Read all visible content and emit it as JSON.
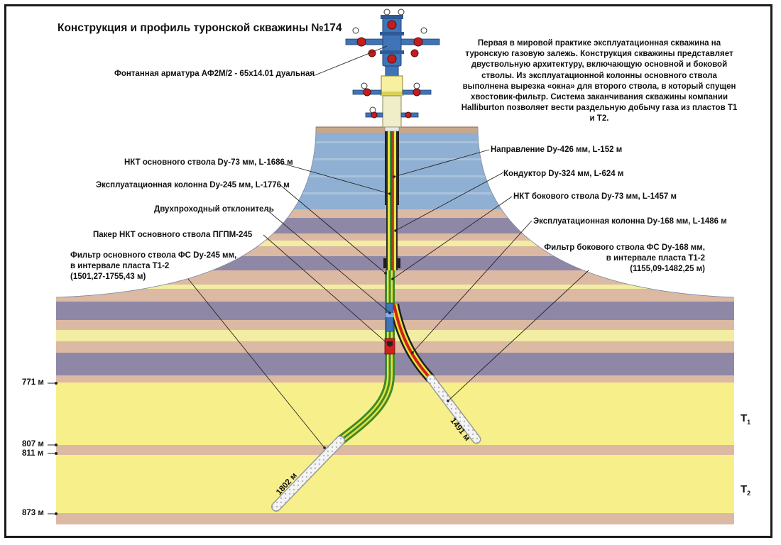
{
  "title": "Конструкция и профиль туронской скважины №174",
  "description": "Первая в мировой практике эксплуатационная скважина на туронскую газовую залежь. Конструкция скважины представляет двуствольную архитектуру, включающую основной и боковой стволы. Из эксплуатационной колонны основного ствола выполнена вырезка «окна» для второго ствола, в который спущен хвостовик-фильтр. Система заканчивания скважины компании Halliburton позволяет вести раздельную добычу газа из пластов Т1 и Т2.",
  "labels": {
    "wellhead": "Фонтанная арматура АФ2М/2 - 65х14.01 дуальная",
    "tubing_main": "НКТ основного ствола Dy-73 мм, L-1686 м",
    "prod_casing_main": "Эксплуатационная колонна Dy-245 мм, L-1776 м",
    "diverter": "Двухпроходный отклонитель",
    "packer": "Пакер НКТ основного ствола ПГПМ-245",
    "filter_main_1": "Фильтр основного ствола ФС Dy-245 мм,",
    "filter_main_2": "в интервале пласта Т1-2",
    "filter_main_3": "(1501,27-1755,43 м)",
    "conductor_pipe": "Направление Dy-426 мм, L-152 м",
    "surface_casing": "Кондуктор Dy-324 мм, L-624 м",
    "tubing_lateral": "НКТ бокового ствола Dy-73 мм, L-1457 м",
    "prod_casing_lateral": "Эксплуатационная колонна Dy-168 мм, L-1486 м",
    "filter_lateral_1": "Фильтр бокового ствола ФС Dy-168 мм,",
    "filter_lateral_2": "в интервале пласта Т1-2",
    "filter_lateral_3": "(1155,09-1482,25 м)"
  },
  "depths": {
    "d771": "771 м",
    "d807": "807 м",
    "d811": "811 м",
    "d873": "873 м"
  },
  "zones": {
    "t1": "T",
    "t1_sub": "1",
    "t2": "T",
    "t2_sub": "2"
  },
  "bore_lengths": {
    "main": "1802 м",
    "lateral": "1491 м"
  },
  "colors": {
    "sky_blue": "#8fb0d2",
    "purple": "#8f87a6",
    "tan": "#dcb9a3",
    "pale_yellow": "#f2eda2",
    "yellow": "#f7f08a",
    "casing_yellow": "#e8e23a",
    "casing_green": "#3e8a2c",
    "casing_red": "#d21f1f",
    "wellhead_blue": "#3f74b8",
    "valve_red": "#c41d1d"
  },
  "icons": [
    "wellhead-icon",
    "valve-icon",
    "pressure-gauge-icon",
    "packer-icon",
    "diverter-icon",
    "filter-icon"
  ]
}
